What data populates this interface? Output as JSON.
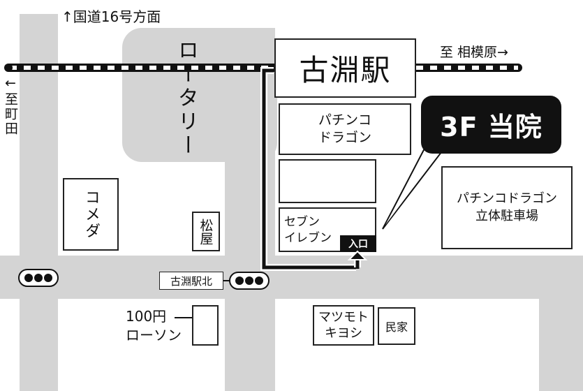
{
  "directions": {
    "north": "↑国道16号方面",
    "east": "至 相模原→",
    "west": "←至町田"
  },
  "station": {
    "name": "古淵駅"
  },
  "rotary": {
    "label": "ロータリー"
  },
  "clinic": {
    "label": "3F 当院"
  },
  "buildings": {
    "pachinko": "パチンコ\nドラゴン",
    "seven_eleven": "セブン\nイレブン",
    "entrance": "入口",
    "pachinko_parking": "パチンコドラゴン\n立体駐車場",
    "komeda": "コメダ",
    "matsuya": "松屋",
    "lawson": "100円\nローソン",
    "matsumoto": "マツモト\nキヨシ",
    "minka": "民家"
  },
  "signals": {
    "kobuchi_north": "古淵駅北"
  },
  "colors": {
    "road": "#d4d4d4",
    "stroke": "#222222",
    "callout": "#111111",
    "route": "#111111"
  }
}
